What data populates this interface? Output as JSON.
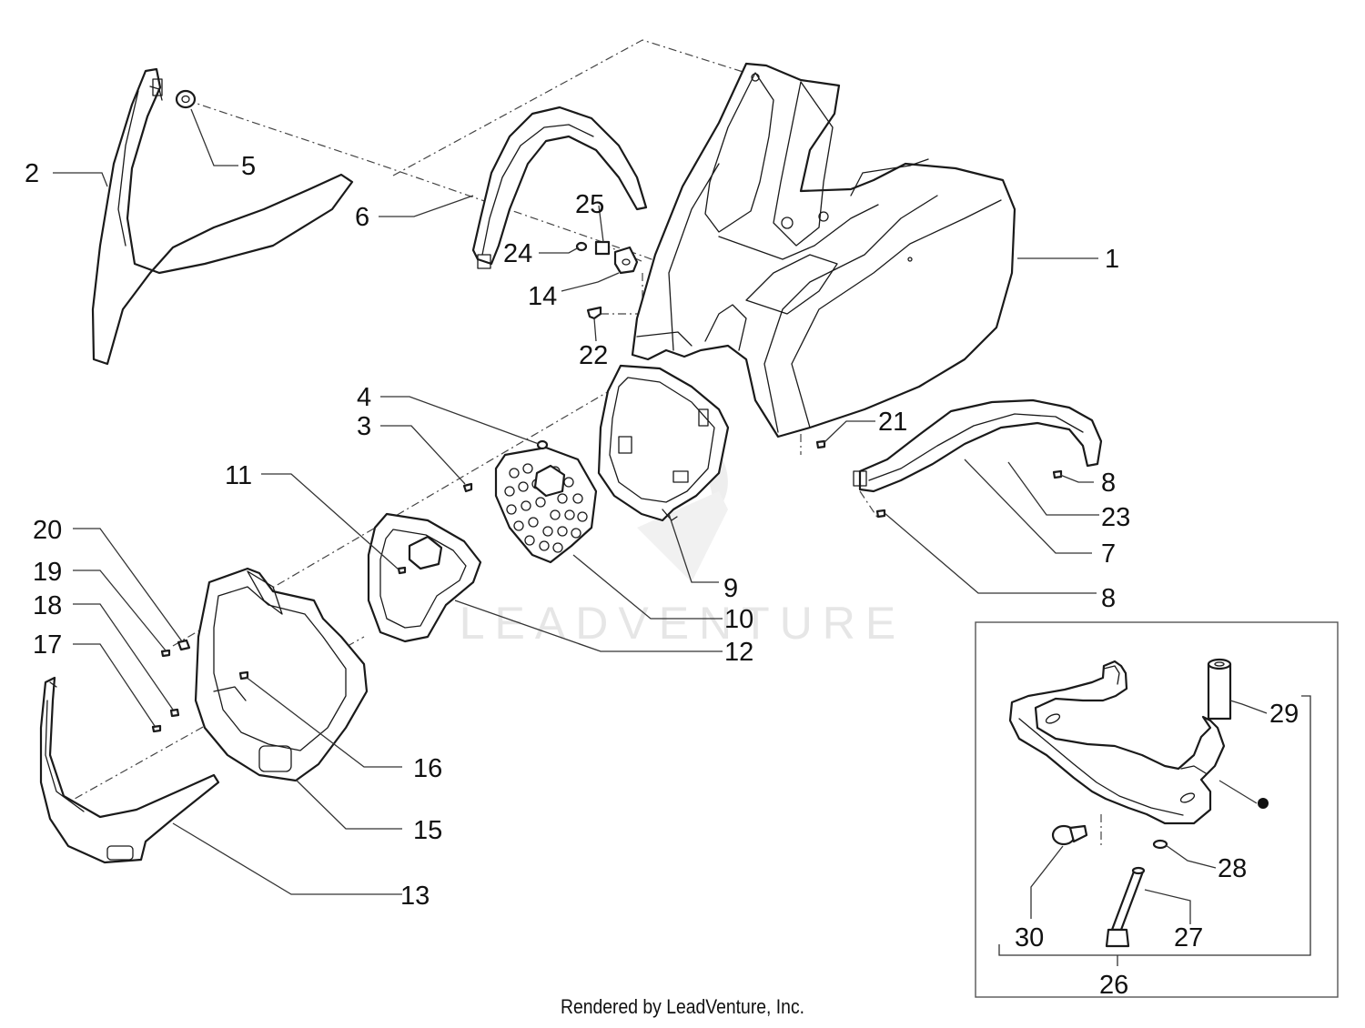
{
  "watermark": "LEADVENTURE",
  "footer": "Rendered by LeadVenture, Inc.",
  "callouts": [
    {
      "id": "1",
      "label": "1"
    },
    {
      "id": "2",
      "label": "2"
    },
    {
      "id": "3",
      "label": "3"
    },
    {
      "id": "4",
      "label": "4"
    },
    {
      "id": "5",
      "label": "5"
    },
    {
      "id": "6",
      "label": "6"
    },
    {
      "id": "7",
      "label": "7"
    },
    {
      "id": "8a",
      "label": "8"
    },
    {
      "id": "8b",
      "label": "8"
    },
    {
      "id": "9",
      "label": "9"
    },
    {
      "id": "10",
      "label": "10"
    },
    {
      "id": "11",
      "label": "11"
    },
    {
      "id": "12",
      "label": "12"
    },
    {
      "id": "13",
      "label": "13"
    },
    {
      "id": "14",
      "label": "14"
    },
    {
      "id": "15",
      "label": "15"
    },
    {
      "id": "16",
      "label": "16"
    },
    {
      "id": "17",
      "label": "17"
    },
    {
      "id": "18",
      "label": "18"
    },
    {
      "id": "19",
      "label": "19"
    },
    {
      "id": "20",
      "label": "20"
    },
    {
      "id": "21",
      "label": "21"
    },
    {
      "id": "22",
      "label": "22"
    },
    {
      "id": "23",
      "label": "23"
    },
    {
      "id": "24",
      "label": "24"
    },
    {
      "id": "25",
      "label": "25"
    },
    {
      "id": "26",
      "label": "26"
    },
    {
      "id": "27",
      "label": "27"
    },
    {
      "id": "28",
      "label": "28"
    },
    {
      "id": "29",
      "label": "29"
    },
    {
      "id": "30",
      "label": "30"
    }
  ]
}
